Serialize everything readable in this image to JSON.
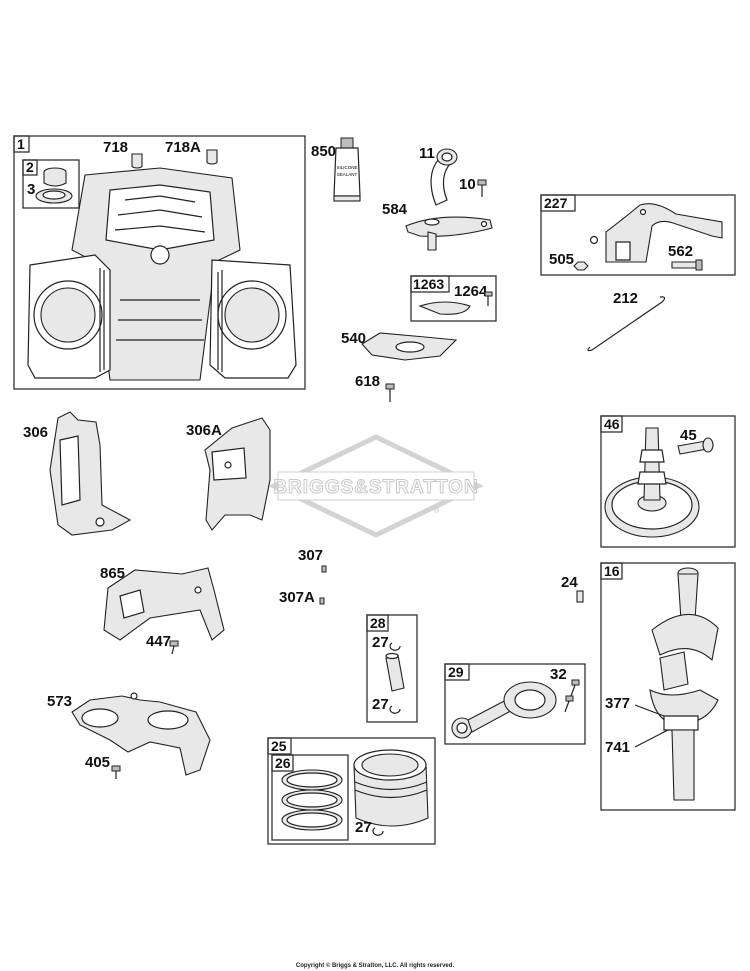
{
  "watermark": {
    "text": "BRIGGS&STRATTON",
    "trademark": "®"
  },
  "copyright": "Copyright © Briggs & Stratton, LLC. All rights reserved.",
  "box_labels": {
    "b1": "1",
    "b2": "2",
    "b1263": "1263",
    "b227": "227",
    "b46": "46",
    "b16": "16",
    "b28": "28",
    "b29": "29",
    "b25": "25",
    "b26": "26"
  },
  "callouts": {
    "c718": "718",
    "c718a": "718A",
    "c3": "3",
    "c850": "850",
    "c11": "11",
    "c10": "10",
    "c584": "584",
    "c1264": "1264",
    "c540": "540",
    "c618": "618",
    "c505": "505",
    "c562": "562",
    "c212": "212",
    "c306": "306",
    "c306a": "306A",
    "c45": "45",
    "c307": "307",
    "c307a": "307A",
    "c24": "24",
    "c865": "865",
    "c447": "447",
    "c27a": "27",
    "c27b": "27",
    "c27c": "27",
    "c32": "32",
    "c573": "573",
    "c405": "405",
    "c377": "377",
    "c741": "741"
  },
  "sealant_tube": {
    "line1": "SILICONE",
    "line2": "SEALANT"
  }
}
